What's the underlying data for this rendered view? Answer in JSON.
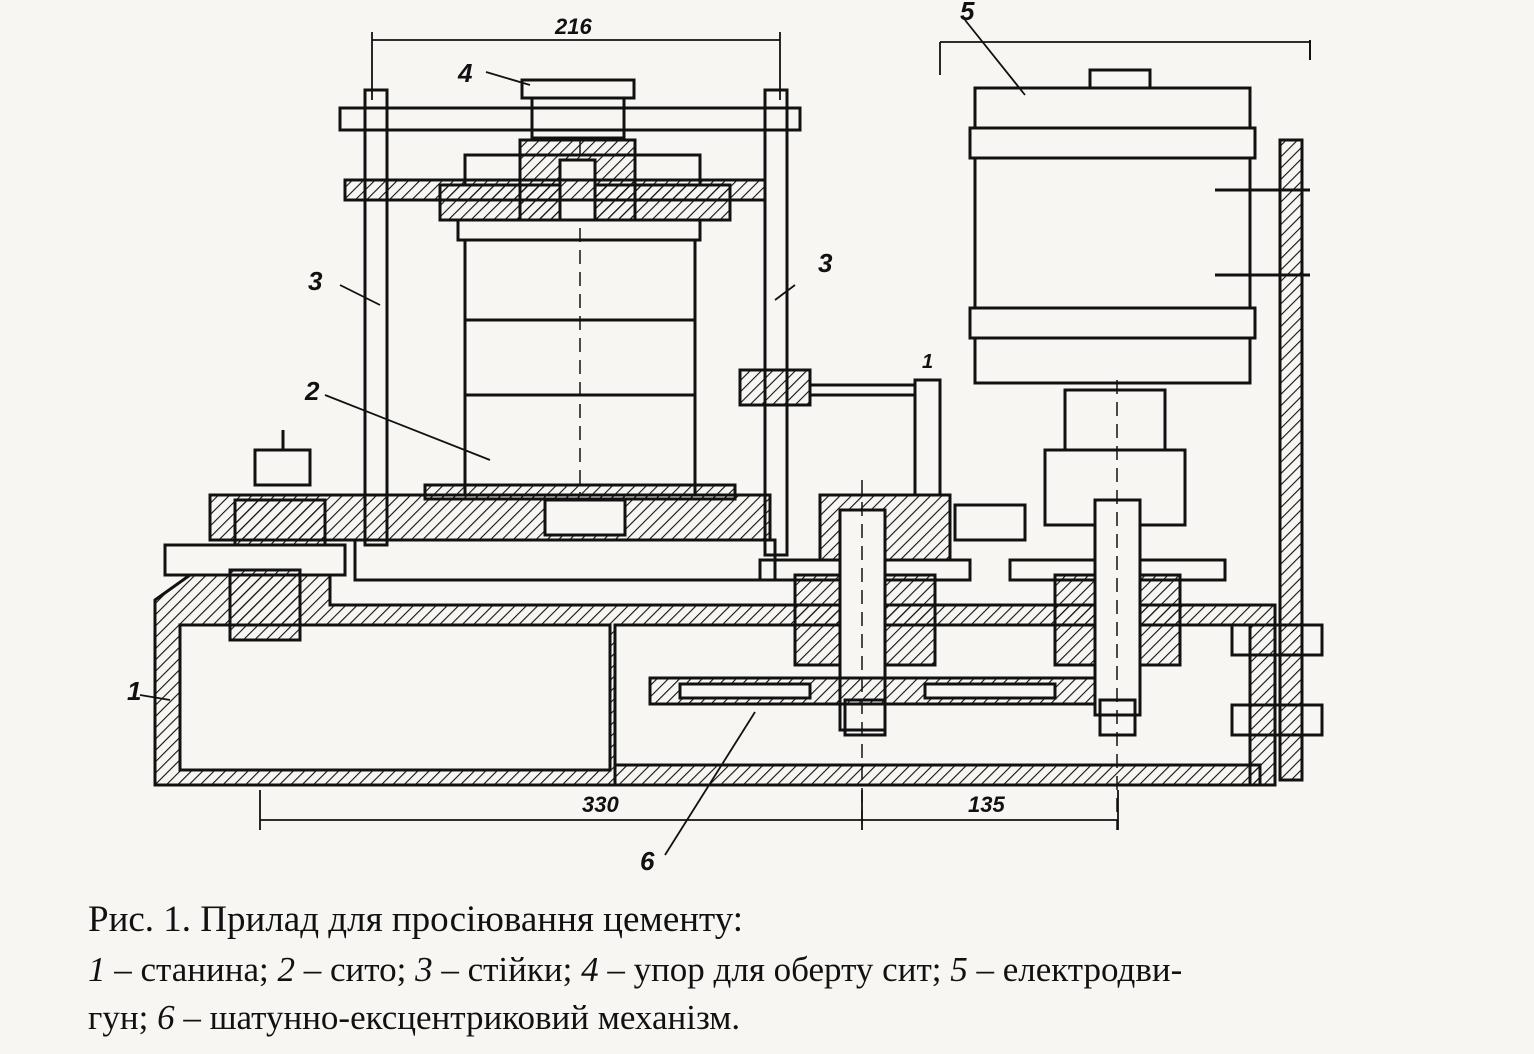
{
  "figure": {
    "dimensions": {
      "top": "216",
      "bottom_left": "330",
      "bottom_right": "135"
    },
    "callouts": {
      "c1_frame": "1",
      "c2_sieve": "2",
      "c3_left": "3",
      "c3_right": "3",
      "c4_stop": "4",
      "c5_motor": "5",
      "c6_mechanism": "6",
      "c1_small": "1"
    },
    "caption": {
      "title": "Рис. 1. Прилад для просіювання цементу:",
      "legend": [
        {
          "num": "1",
          "text": " – станина; "
        },
        {
          "num": "2",
          "text": " – сито; "
        },
        {
          "num": "3",
          "text": " – стійки; "
        },
        {
          "num": "4",
          "text": " – упор для оберту сит; "
        },
        {
          "num": "5",
          "text": " – електродви-"
        },
        {
          "text": "гун; "
        },
        {
          "num": "6",
          "text": " – шатунно-ексцентриковий механізм."
        }
      ]
    }
  }
}
